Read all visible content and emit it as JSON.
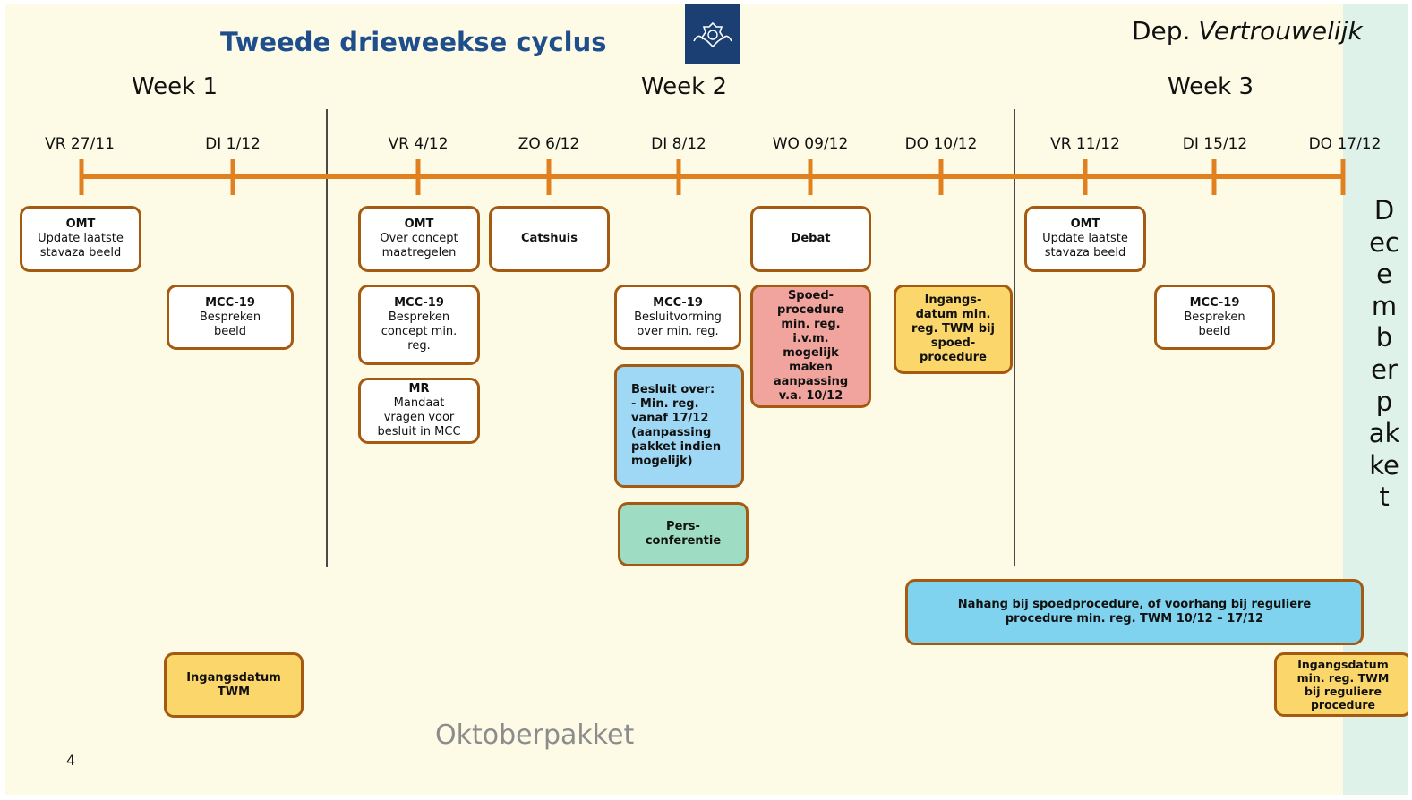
{
  "title": "Tweede drieweekse cyclus",
  "classification": {
    "prefix": "Dep.",
    "label": "Vertrouwelijk"
  },
  "weeks": [
    "Week 1",
    "Week 2",
    "Week 3"
  ],
  "days": [
    "VR 27/11",
    "DI 1/12",
    "VR 4/12",
    "ZO 6/12",
    "DI 8/12",
    "WO 09/12",
    "DO 10/12",
    "VR 11/12",
    "DI 15/12",
    "DO 17/12"
  ],
  "events": {
    "omt1": {
      "title": "OMT",
      "lines": [
        "Update laatste",
        "stavaza beeld"
      ]
    },
    "mcc1": {
      "title": "MCC-19",
      "lines": [
        "Bespreken",
        "beeld"
      ]
    },
    "ingang_twm": {
      "lines": [
        "Ingangsdatum",
        "TWM"
      ]
    },
    "omt2": {
      "title": "OMT",
      "lines": [
        "Over concept",
        "maatregelen"
      ]
    },
    "mcc2": {
      "title": "MCC-19",
      "lines": [
        "Bespreken",
        "concept min.",
        "reg."
      ]
    },
    "mr": {
      "title": "MR",
      "lines": [
        "Mandaat",
        "vragen voor",
        "besluit in MCC"
      ]
    },
    "catshuis": {
      "lines": [
        "Catshuis"
      ]
    },
    "mcc3": {
      "title": "MCC-19",
      "lines": [
        "Besluitvorming",
        "over min. reg."
      ]
    },
    "besluit": {
      "lines": [
        "Besluit over:",
        "- Min. reg.",
        "vanaf 17/12",
        "(aanpassing",
        "pakket indien",
        "mogelijk)"
      ]
    },
    "pers": {
      "lines": [
        "Pers-",
        "conferentie"
      ]
    },
    "debat": {
      "lines": [
        "Debat"
      ]
    },
    "spoed": {
      "lines": [
        "Spoed-",
        "procedure",
        "min. reg.",
        "i.v.m.",
        "mogelijk",
        "maken",
        "aanpassing",
        "v.a. 10/12"
      ]
    },
    "ingang_spoed": {
      "lines": [
        "Ingangs-",
        "datum min.",
        "reg. TWM bij",
        "spoed-",
        "procedure"
      ]
    },
    "omt3": {
      "title": "OMT",
      "lines": [
        "Update laatste",
        "stavaza beeld"
      ]
    },
    "mcc4": {
      "title": "MCC-19",
      "lines": [
        "Bespreken",
        "beeld"
      ]
    },
    "nahang": {
      "lines": [
        "Nahang bij spoedprocedure, of voorhang bij reguliere",
        "procedure min. reg. TWM 10/12 – 17/12"
      ]
    },
    "ingang_regulier": {
      "lines": [
        "Ingangsdatum",
        "min. reg. TWM",
        "bij reguliere",
        "procedure"
      ]
    }
  },
  "side_label": "Decemberpakket",
  "footer_label": "Oktoberpakket",
  "page_number": "4",
  "colors": {
    "background": "#fdfbe6",
    "timeline": "#e1801f",
    "box_border": "#a45a10",
    "title": "#1f4e8c",
    "yellow": "#fbd66a",
    "red": "#f0a49d",
    "blue": "#9fd8f4",
    "green": "#9edcc3",
    "right_band": "#def2ea"
  }
}
